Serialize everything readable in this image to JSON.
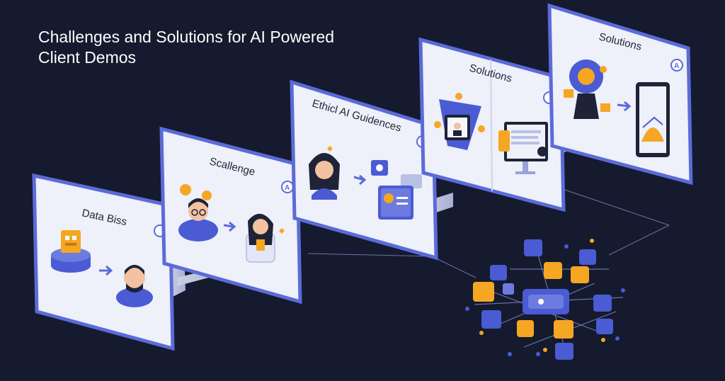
{
  "title": "Challenges and Solutions for AI Powered\nClient Demos",
  "panels": [
    {
      "label": "Data Biss",
      "badge": ""
    },
    {
      "label": "Scallenge",
      "badge": "A"
    },
    {
      "label": "Ethicl AI Guidences",
      "badge": ""
    },
    {
      "label": "Solutions",
      "badge": ""
    },
    {
      "label": "Solutions",
      "badge": "A"
    }
  ],
  "colors": {
    "background": "#151a2e",
    "panel": "#eef0fa",
    "panel_border": "#5b6bd8",
    "accent_blue": "#4a5bd4",
    "accent_orange": "#f5a623"
  }
}
